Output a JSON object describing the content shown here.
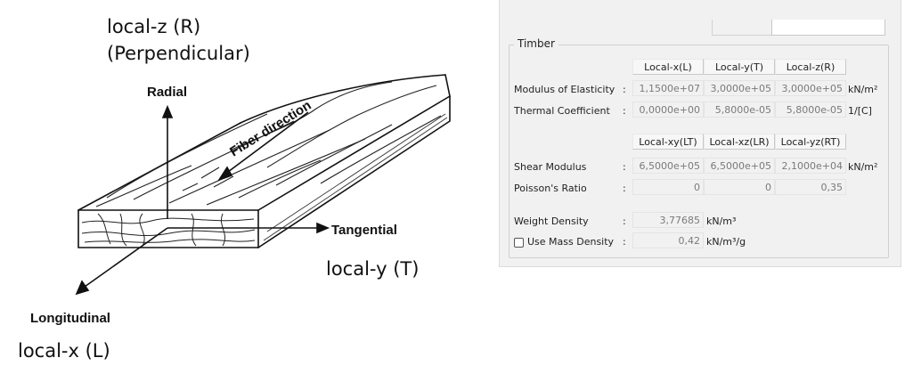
{
  "diagram": {
    "label_z": "local-z (R)",
    "label_z2": "(Perpendicular)",
    "label_y": "local-y (T)",
    "label_x": "local-x (L)",
    "radial": "Radial",
    "fiber": "Fiber direction",
    "tangential": "Tangential",
    "longitudinal": "Longitudinal"
  },
  "panel": {
    "group_title": "Timber",
    "headers_1": [
      "Local-x(L)",
      "Local-y(T)",
      "Local-z(R)"
    ],
    "headers_2": [
      "Local-xy(LT)",
      "Local-xz(LR)",
      "Local-yz(RT)"
    ],
    "rows": {
      "elasticity": {
        "label": "Modulus of Elasticity",
        "colon": ":",
        "values": [
          "1,1500e+07",
          "3,0000e+05",
          "3,0000e+05"
        ],
        "unit": "kN/m²"
      },
      "thermal": {
        "label": "Thermal Coefficient",
        "colon": ":",
        "values": [
          "0,0000e+00",
          "5,8000e-05",
          "5,8000e-05"
        ],
        "unit": "1/[C]"
      },
      "shear": {
        "label": "Shear Modulus",
        "colon": ":",
        "values": [
          "6,5000e+05",
          "6,5000e+05",
          "2,1000e+04"
        ],
        "unit": "kN/m²"
      },
      "poisson": {
        "label": "Poisson's Ratio",
        "colon": ":",
        "values": [
          "0",
          "0",
          "0,35"
        ]
      },
      "weight": {
        "label": "Weight Density",
        "colon": ":",
        "value": "3,77685",
        "unit": "kN/m³"
      },
      "mass": {
        "label": "Use Mass Density",
        "colon": ":",
        "value": "0,42",
        "unit": "kN/m³/g",
        "checked": false
      }
    }
  }
}
